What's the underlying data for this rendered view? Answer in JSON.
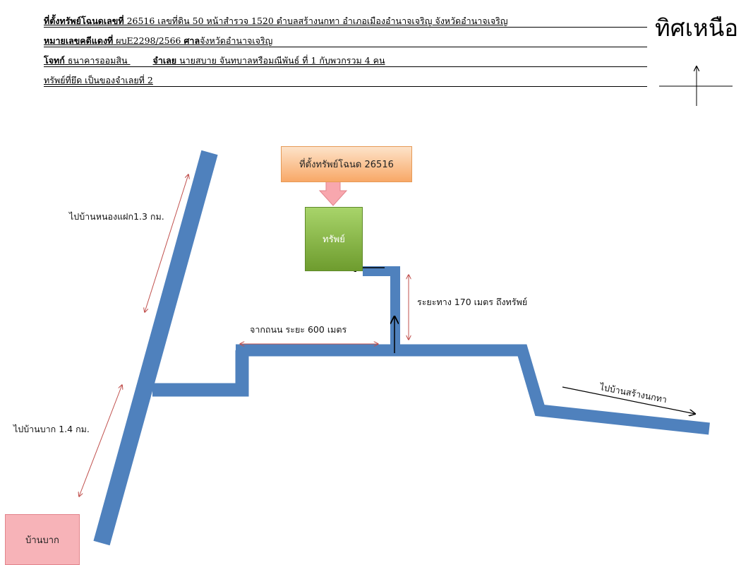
{
  "header": {
    "line1": {
      "label": "ที่ตั้งทรัพย์โฉนดเลขที่",
      "value": " 26516 เลขที่ดิน 50 หน้าสำรวจ 1520 ตำบลสร้างนกทา อำเภอเมืองอำนาจเจริญ จังหวัดอำนาจเจริญ"
    },
    "line2": {
      "label": "หมายเลขคดีแดงที่",
      "value1": " ผบE2298/2566 ",
      "label2": "ศาล",
      "value2": "จังหวัดอำนาจเจริญ"
    },
    "line3": {
      "label": "โจทก์",
      "value1": " ธนาคารออมสิน ",
      "label2": "จำเลย",
      "value2": " นายสบาย จันทบาลหรือมณีพันธ์ ที่ 1 กับพวกรวม 4 คน"
    },
    "line4": {
      "value": "ทรัพย์ที่ยึด เป็นของจำเลยที่ 2"
    }
  },
  "north": {
    "label": "ทิศเหนือ"
  },
  "callout": {
    "label": "ที่ตั้งทรัพย์โฉนด 26516"
  },
  "parcel": {
    "label": "ทรัพย์"
  },
  "labels": {
    "nong_faek": "ไปบ้านหนองแฝก1.3 กม.",
    "ban_bak_dist": "ไปบ้านบาก 1.4 กม.",
    "from_road": "จากถนน ระยะ 600 เมตร",
    "distance_170": "ระยะทาง 170 เมตร ถึงทรัพย์",
    "sang_nok_tha": "ไปบ้านสร้างนกทา"
  },
  "village": {
    "label": "บ้านบาก"
  },
  "colors": {
    "road": "#4f81bd",
    "dimension_arrow": "#c0504d",
    "callout_fill": "#fbc897",
    "parcel_fill": "#8cbe4a",
    "callout_arrow": "#f8a7ae",
    "village_fill": "#f7b3b8"
  }
}
